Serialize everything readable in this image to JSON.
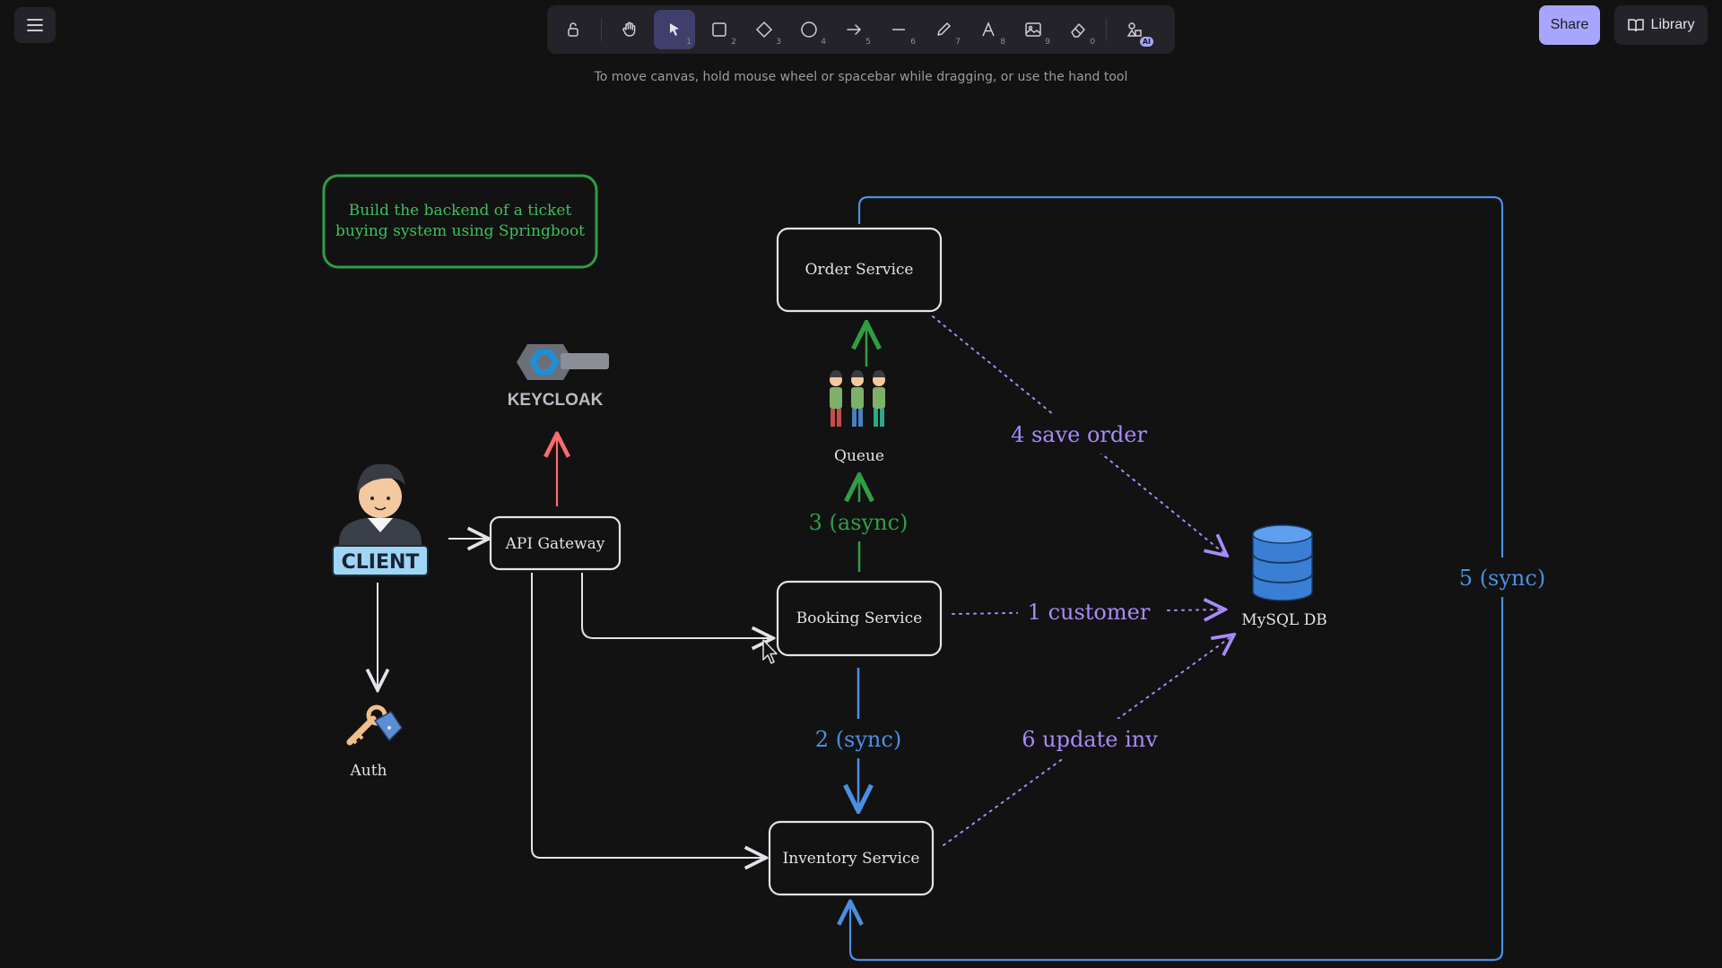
{
  "app": {
    "hint": "To move canvas, hold mouse wheel or spacebar while dragging, or use the hand tool",
    "share_label": "Share",
    "library_label": "Library"
  },
  "toolbar": {
    "tools": [
      {
        "name": "lock",
        "key": ""
      },
      {
        "name": "hand",
        "key": ""
      },
      {
        "name": "selection",
        "key": "1",
        "active": true
      },
      {
        "name": "rectangle",
        "key": "2"
      },
      {
        "name": "diamond",
        "key": "3"
      },
      {
        "name": "ellipse",
        "key": "4"
      },
      {
        "name": "arrow",
        "key": "5"
      },
      {
        "name": "line",
        "key": "6"
      },
      {
        "name": "draw",
        "key": "7"
      },
      {
        "name": "text",
        "key": "8"
      },
      {
        "name": "image",
        "key": "9"
      },
      {
        "name": "eraser",
        "key": "0"
      },
      {
        "name": "more-tools",
        "key": "AI"
      }
    ]
  },
  "diagram": {
    "note_line1": "Build the backend of a ticket",
    "note_line2": "buying system using Springboot",
    "keycloak_label": "KEYCLOAK",
    "client_label": "CLIENT",
    "auth_label": "Auth",
    "api_gateway": "API Gateway",
    "order_service": "Order Service",
    "booking_service": "Booking Service",
    "inventory_service": "Inventory Service",
    "queue_label": "Queue",
    "db_label": "MySQL DB",
    "label_async": "3 (async)",
    "label_sync2": "2 (sync)",
    "label_save_order": "4 save order",
    "label_customer": "1 customer",
    "label_update_inv": "6 update inv",
    "label_sync5": "5 (sync)"
  },
  "colors": {
    "background": "#121212",
    "green": "#2f9e44",
    "blue": "#4a90e2",
    "purple": "#a78bfa",
    "red": "#ff6b6b",
    "accent": "#a8a5ff"
  }
}
